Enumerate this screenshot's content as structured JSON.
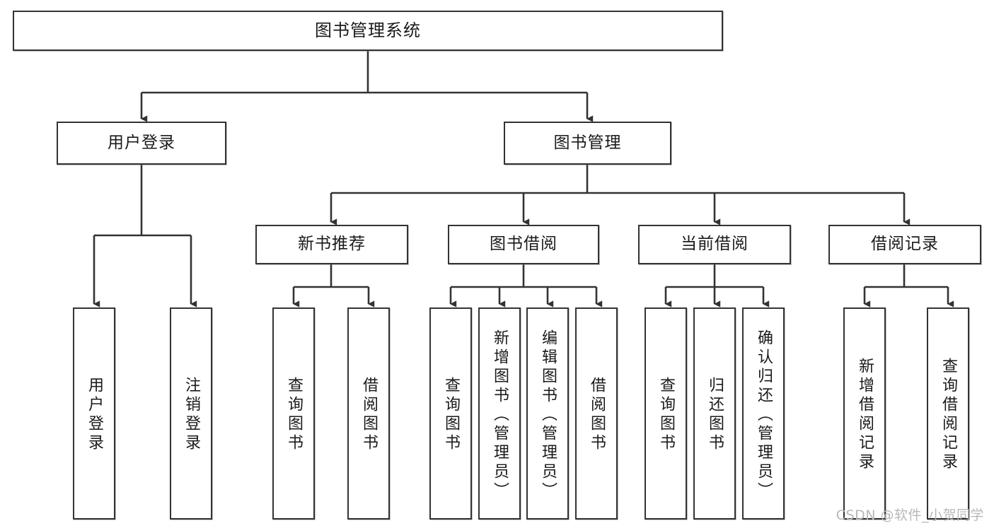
{
  "diagram": {
    "title": "图书管理系统",
    "type": "tree-hierarchy",
    "root": {
      "id": "root",
      "label": "图书管理系统"
    },
    "level2": [
      {
        "id": "user-login",
        "label": "用户登录"
      },
      {
        "id": "book-manage",
        "label": "图书管理"
      }
    ],
    "level3": [
      {
        "id": "new-book-recommend",
        "label": "新书推荐",
        "parent": "book-manage"
      },
      {
        "id": "book-borrow",
        "label": "图书借阅",
        "parent": "book-manage"
      },
      {
        "id": "current-borrow",
        "label": "当前借阅",
        "parent": "book-manage"
      },
      {
        "id": "borrow-record",
        "label": "借阅记录",
        "parent": "book-manage"
      }
    ],
    "leaves": [
      {
        "id": "leaf-user-login",
        "label": "用户登录",
        "parent": "user-login"
      },
      {
        "id": "leaf-logout",
        "label": "注销登录",
        "parent": "user-login"
      },
      {
        "id": "leaf-query-book-1",
        "label": "查询图书",
        "parent": "new-book-recommend"
      },
      {
        "id": "leaf-borrow-book-1",
        "label": "借阅图书",
        "parent": "new-book-recommend"
      },
      {
        "id": "leaf-query-book-2",
        "label": "查询图书",
        "parent": "book-borrow"
      },
      {
        "id": "leaf-add-book",
        "label": "新增图书（管理员）",
        "parent": "book-borrow"
      },
      {
        "id": "leaf-edit-book",
        "label": "编辑图书（管理员）",
        "parent": "book-borrow"
      },
      {
        "id": "leaf-borrow-book-2",
        "label": "借阅图书",
        "parent": "book-borrow"
      },
      {
        "id": "leaf-query-book-3",
        "label": "查询图书",
        "parent": "current-borrow"
      },
      {
        "id": "leaf-return-book",
        "label": "归还图书",
        "parent": "current-borrow"
      },
      {
        "id": "leaf-confirm-return",
        "label": "确认归还（管理员）",
        "parent": "current-borrow"
      },
      {
        "id": "leaf-add-record",
        "label": "新增借阅记录",
        "parent": "borrow-record"
      },
      {
        "id": "leaf-query-record",
        "label": "查询借阅记录",
        "parent": "borrow-record"
      }
    ],
    "colors": {
      "stroke": "#333333",
      "box_fill": "#ffffff",
      "text": "#1a1a1a",
      "watermark": "#b8b8b8",
      "background": "#ffffff"
    }
  },
  "watermark": {
    "text": "CSDN @软件_小贺同学"
  }
}
